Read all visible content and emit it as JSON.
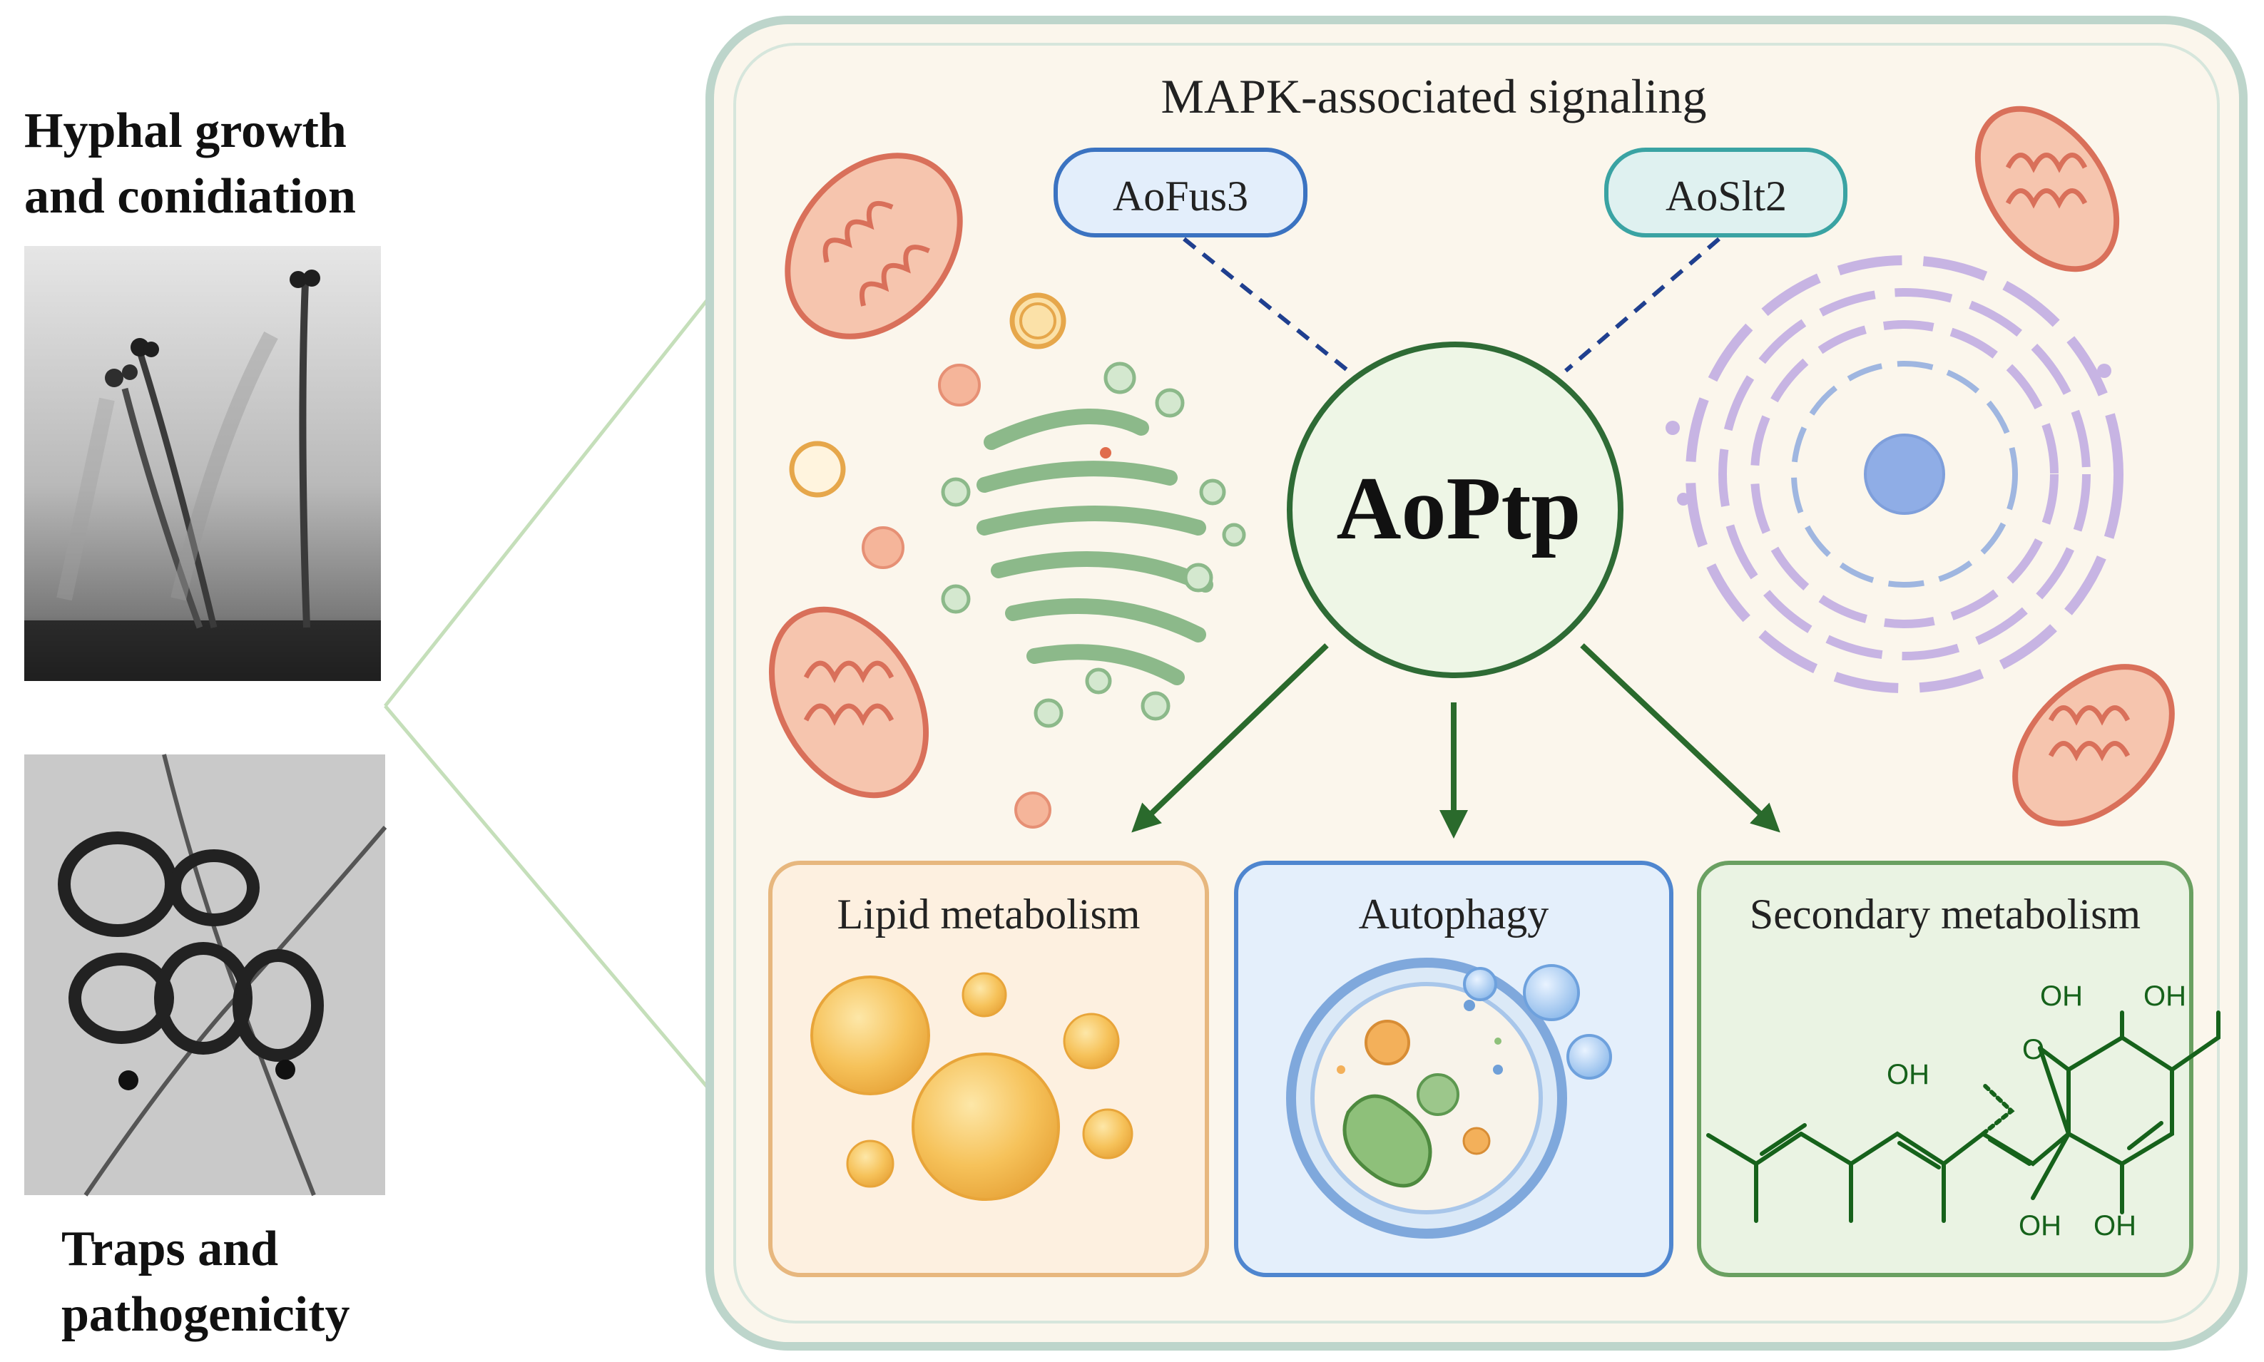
{
  "left_panel": {
    "top_caption_line1": "Hyphal growth",
    "top_caption_line2": "and conidiation",
    "bottom_caption_line1": "Traps and",
    "bottom_caption_line2": "pathogenicity"
  },
  "cell": {
    "header": "MAPK-associated signaling",
    "node_left": "AoFus3",
    "node_right": "AoSlt2",
    "center": "AoPtp",
    "boxes": [
      {
        "label": "Lipid metabolism"
      },
      {
        "label": "Autophagy"
      },
      {
        "label": "Secondary metabolism"
      }
    ],
    "molecule_labels": [
      "OH",
      "OH",
      "OH",
      "OH",
      "OH",
      "O"
    ]
  },
  "colors": {
    "panel_fill": "#fbf6ec",
    "panel_border": "#bdd5cb",
    "center_stroke": "#2e6b35",
    "arrow": "#2a6a2c",
    "dash": "#1f3f8f",
    "lipid_box": "#fdf0e0",
    "autophagy_box": "#e4effb",
    "secondary_box": "#eaf3e3",
    "molecule": "#16621b"
  }
}
